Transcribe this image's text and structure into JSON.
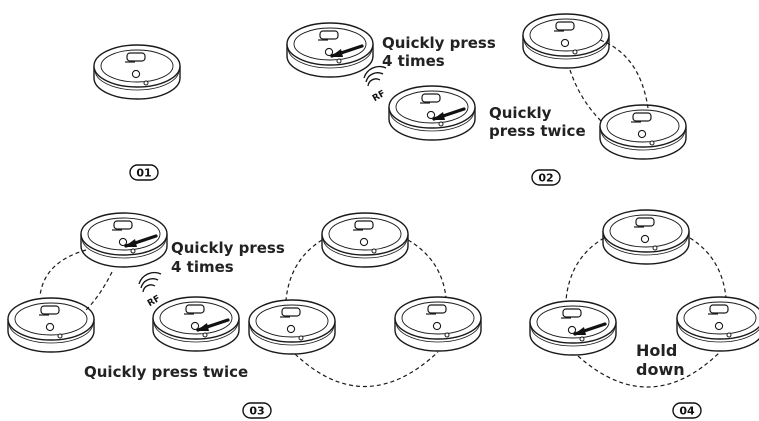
{
  "panels": {
    "p01": {
      "number": "01"
    },
    "p02": {
      "number": "02",
      "instruction_1": "Quickly press",
      "instruction_2": "4 times",
      "instruction_3": "Quickly",
      "instruction_4": "press twice",
      "signal": "RF"
    },
    "p03": {
      "number": "03",
      "instruction_1": "Quickly press",
      "instruction_2": "4 times",
      "instruction_3": "Quickly press twice",
      "signal": "RF"
    },
    "p04": {
      "number": "04",
      "instruction_1": "Hold",
      "instruction_2": "down"
    }
  },
  "colors": {
    "line": "#1a1a1a",
    "text": "#222222",
    "device": "#ffffff"
  }
}
